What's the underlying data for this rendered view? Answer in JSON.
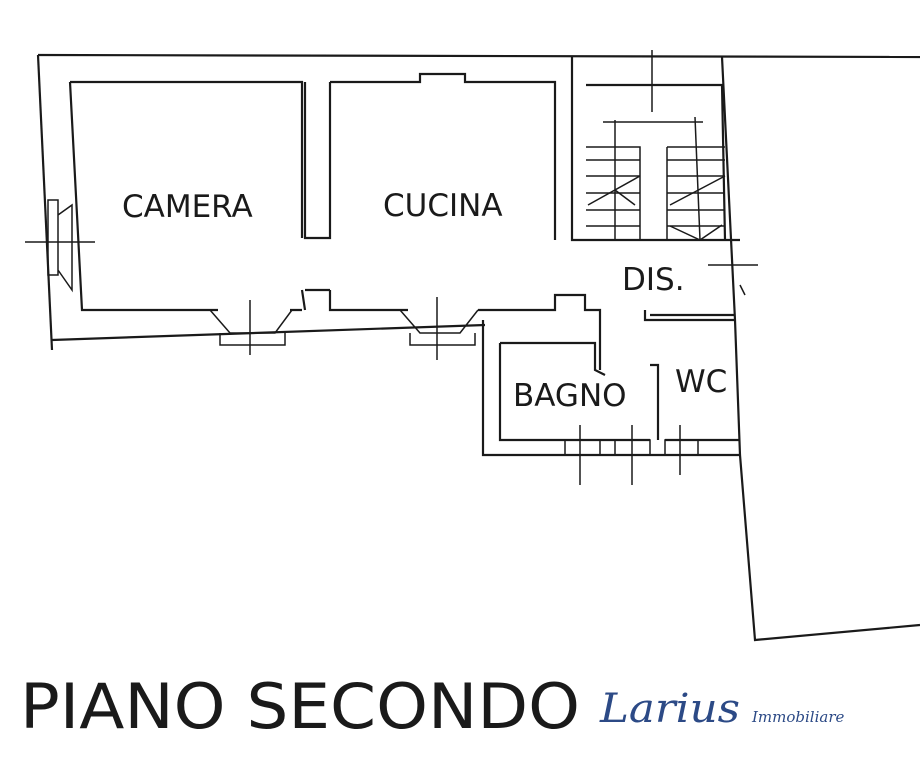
{
  "plan": {
    "rooms": {
      "camera": "CAMERA",
      "cucina": "CUCINA",
      "dis": "DIS.",
      "bagno": "BAGNO",
      "wc": "WC"
    },
    "title": "PIANO SECONDO"
  },
  "logo": {
    "brand": "Larius",
    "subtitle": "Immobiliare",
    "color": "#2c4a86"
  }
}
